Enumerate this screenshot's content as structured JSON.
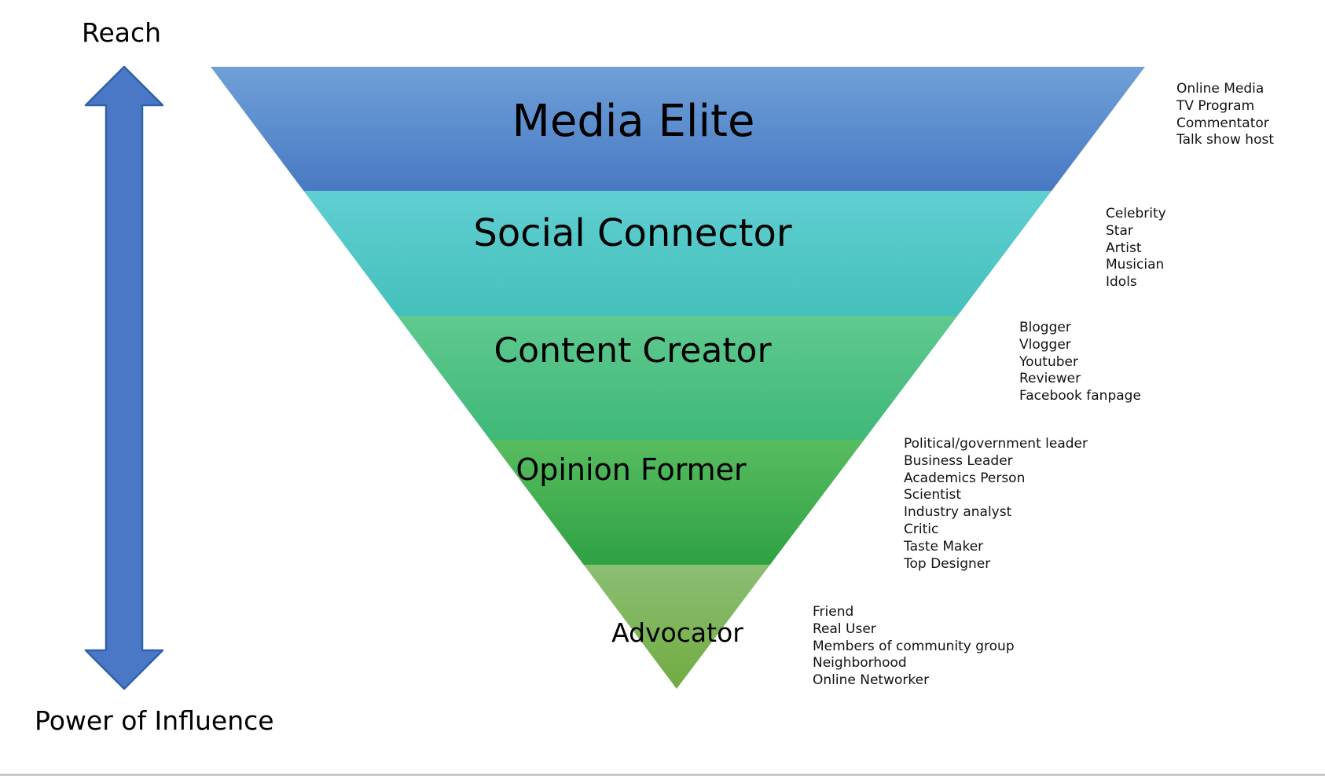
{
  "diagram": {
    "axis": {
      "top_label": "Reach",
      "bottom_label": "Power of Influence",
      "arrow_fill": "#4a78c6",
      "arrow_stroke": "#3060ab"
    },
    "tiers": [
      {
        "label": "Media Elite",
        "items": [
          "Online Media",
          "TV Program",
          "Commentator",
          "Talk show host"
        ],
        "color_top": "#6fa0d7",
        "color_bottom": "#4879c3"
      },
      {
        "label": "Social Connector",
        "items": [
          "Celebrity",
          "Star",
          "Artist",
          "Musician",
          "Idols"
        ],
        "color_top": "#60cfd2",
        "color_bottom": "#45c0bc"
      },
      {
        "label": "Content Creator",
        "items": [
          "Blogger",
          "Vlogger",
          "Youtuber",
          "Reviewer",
          "Facebook fanpage"
        ],
        "color_top": "#5fc98f",
        "color_bottom": "#3fb878"
      },
      {
        "label": "Opinion Former",
        "items": [
          "Political/government leader",
          "Business Leader",
          "Academics Person",
          "Scientist",
          "Industry analyst",
          "Critic",
          "Taste Maker",
          "Top Designer"
        ],
        "color_top": "#58bc60",
        "color_bottom": "#2ea243"
      },
      {
        "label": "Advocator",
        "items": [
          "Friend",
          "Real User",
          "Members of community group",
          "Neighborhood",
          "Online Networker"
        ],
        "color_top": "#8cbe74",
        "color_bottom": "#71ac41"
      }
    ]
  }
}
